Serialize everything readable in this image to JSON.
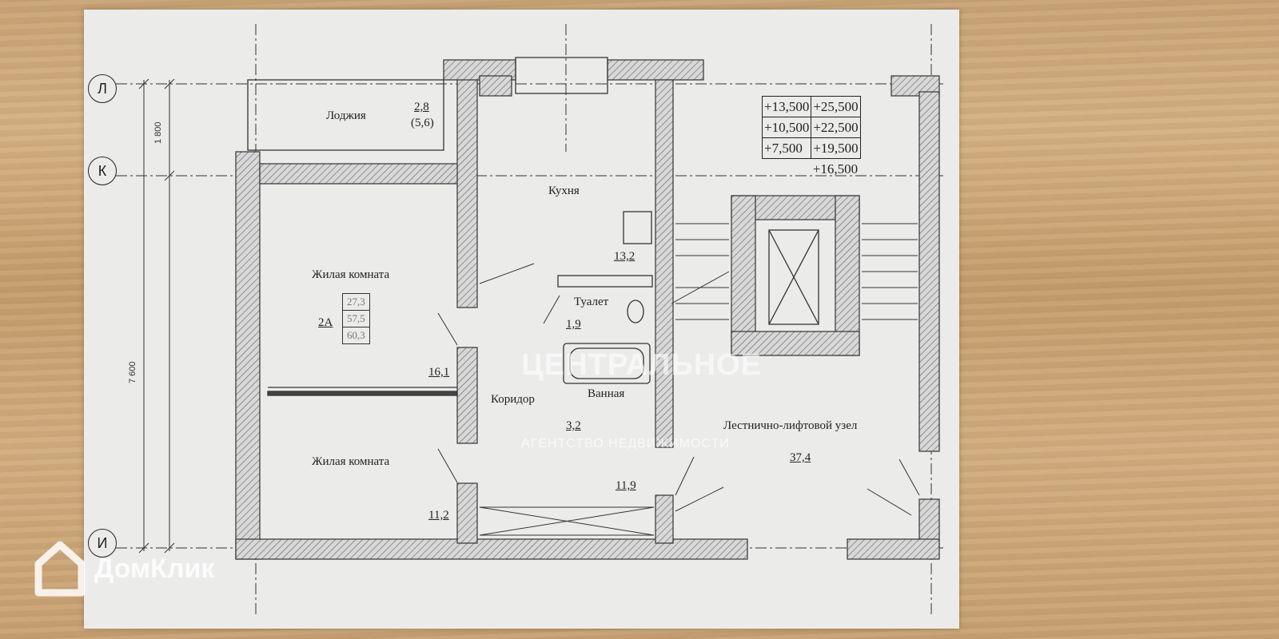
{
  "rooms": [
    {
      "name": "Лоджия",
      "area": "2,8",
      "area_alt": "(5,6)"
    },
    {
      "name": "Кухня",
      "area": "13,2"
    },
    {
      "name": "Жилая комната",
      "area": "16,1"
    },
    {
      "name": "Туалет",
      "area": "1,9"
    },
    {
      "name": "Ванная",
      "area": "3,2"
    },
    {
      "name": "Коридор",
      "area": "11,9"
    },
    {
      "name": "Жилая комната",
      "area": "11,2"
    },
    {
      "name": "Лестнично-лифтовой узел",
      "area": "37,4"
    }
  ],
  "apartment": {
    "type": "2A",
    "areas": [
      "27,3",
      "57,5",
      "60,3"
    ]
  },
  "elevations": [
    [
      "+13,500",
      "+25,500"
    ],
    [
      "+10,500",
      "+22,500"
    ],
    [
      "+7,500",
      "+19,500"
    ],
    [
      "",
      "+16,500"
    ]
  ],
  "axes": [
    "Л",
    "К",
    "И"
  ],
  "dimensions": [
    "1 800",
    "7 600"
  ],
  "watermark": {
    "line1": "ЦЕНТРАЛЬНОЕ",
    "line2": "АГЕНТСТВО НЕДВИЖИМОСТИ"
  },
  "logo": {
    "text": "ДомКлик"
  }
}
